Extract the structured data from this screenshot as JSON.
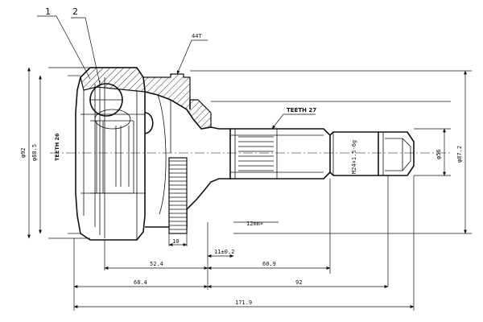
{
  "callouts": {
    "one": "1",
    "two": "2"
  },
  "labels": {
    "abs_teeth": "44T",
    "outer_teeth": "TEETH 27",
    "inner_teeth": "TEETH 26",
    "thread": "M24×1.5-6g",
    "snap_ring": "12mm×"
  },
  "diameters": {
    "d92": "φ92",
    "d88_5": "φ88.5",
    "d56": "φ56",
    "d87_2": "φ87.2"
  },
  "dimensions": {
    "d10": "10",
    "d11": "11±0.2",
    "d52_4": "52.4",
    "d60_9": "60.9",
    "d68_4": "68.4",
    "d92": "92",
    "d171_9": "171.9"
  }
}
